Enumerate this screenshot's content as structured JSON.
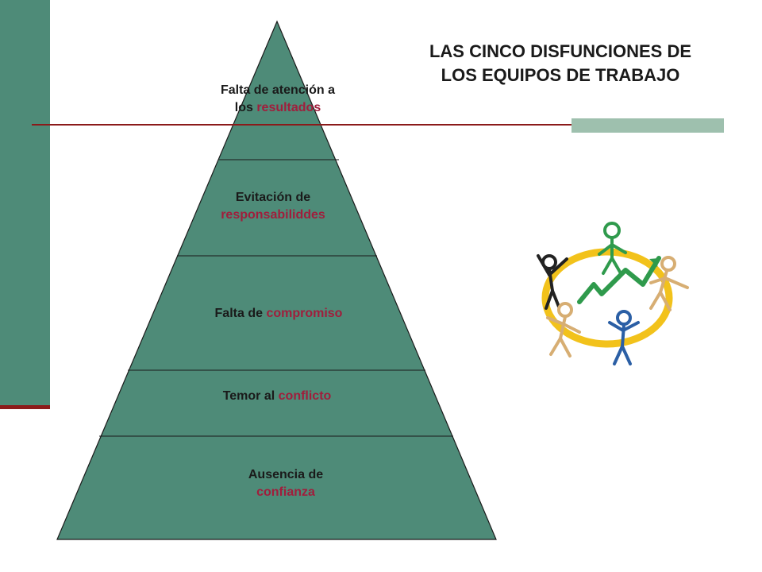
{
  "title": {
    "line1": "LAS CINCO DISFUNCIONES DE",
    "line2": "LOS EQUIPOS DE TRABAJO"
  },
  "pyramid": {
    "levels": [
      {
        "text_a": "Falta de atención a",
        "text_b_plain": "los ",
        "text_b_hl": "resultados"
      },
      {
        "text_a": "Evitación de",
        "text_b_hl": "responsabiliddes"
      },
      {
        "plain": "Falta de ",
        "hl": "compromiso"
      },
      {
        "plain": "Temor al ",
        "hl": "conflicto"
      },
      {
        "text_a": "Ausencia de",
        "text_b_hl": "confianza"
      }
    ]
  },
  "colors": {
    "pyramid_fill": "#4e8b78",
    "accent_red": "#8b1a1a",
    "highlight_text": "#a01e3c",
    "logo_ring": "#f2c21b",
    "logo_green": "#2f9a4c",
    "logo_blue": "#2b5fa5",
    "logo_tan": "#d7ae73"
  },
  "logo": {
    "icon": "teamwork-circle-icon"
  }
}
